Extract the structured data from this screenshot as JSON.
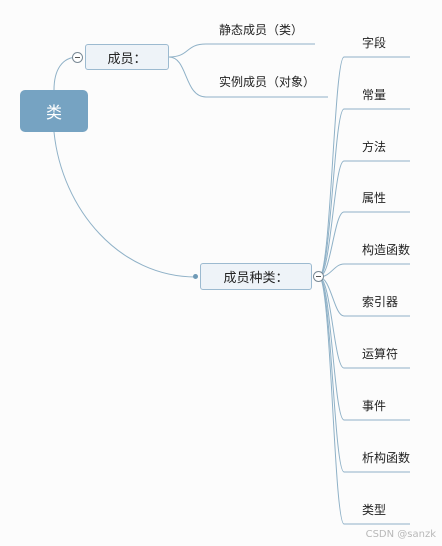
{
  "root": {
    "label": "类"
  },
  "members": {
    "label": "成员：",
    "children": [
      "静态成员（类）",
      "实例成员（对象）"
    ]
  },
  "kinds": {
    "label": "成员种类：",
    "children": [
      "字段",
      "常量",
      "方法",
      "属性",
      "构造函数",
      "索引器",
      "运算符",
      "事件",
      "析构函数",
      "类型"
    ]
  },
  "watermark": "CSDN @sanzk",
  "colors": {
    "root_fill": "#76a3c2",
    "box_fill": "#eef3f8",
    "box_border": "#9cbad0",
    "link": "#8fb1c7"
  }
}
